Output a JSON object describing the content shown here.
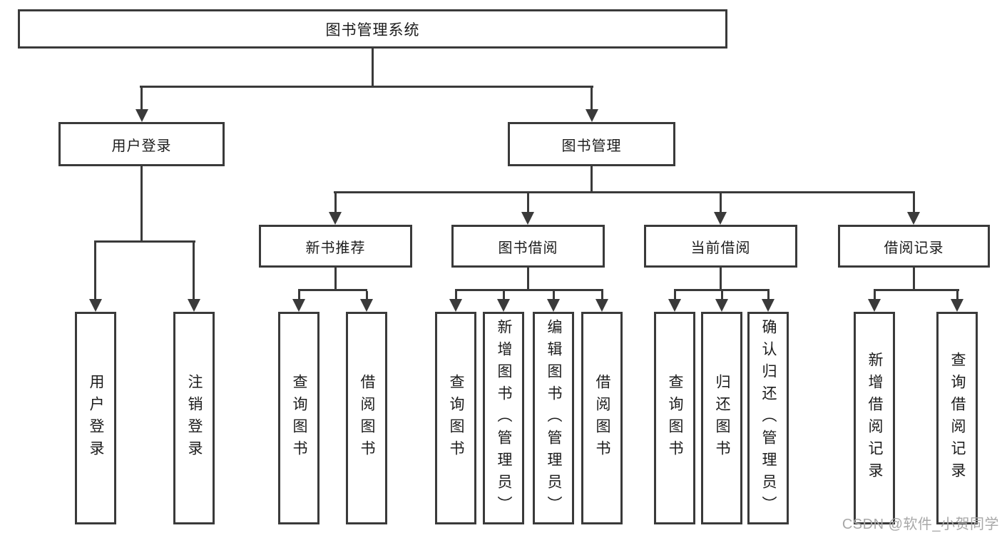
{
  "colors": {
    "line": "#3a3a3a",
    "box_background": "#ffffff",
    "text": "#1c1c1c",
    "watermark": "#a8a8a8"
  },
  "tree": {
    "label": "图书管理系统",
    "children": [
      {
        "label": "用户登录",
        "children": [
          {
            "label": "用户登录"
          },
          {
            "label": "注销登录"
          }
        ]
      },
      {
        "label": "图书管理",
        "children": [
          {
            "label": "新书推荐",
            "children": [
              {
                "label": "查询图书"
              },
              {
                "label": "借阅图书"
              }
            ]
          },
          {
            "label": "图书借阅",
            "children": [
              {
                "label": "查询图书"
              },
              {
                "label": "新增图书（管理员）"
              },
              {
                "label": "编辑图书（管理员）"
              },
              {
                "label": "借阅图书"
              }
            ]
          },
          {
            "label": "当前借阅",
            "children": [
              {
                "label": "查询图书"
              },
              {
                "label": "归还图书"
              },
              {
                "label": "确认归还（管理员）"
              }
            ]
          },
          {
            "label": "借阅记录",
            "children": [
              {
                "label": "新增借阅记录"
              },
              {
                "label": "查询借阅记录"
              }
            ]
          }
        ]
      }
    ]
  },
  "watermark": {
    "text": "CSDN @软件_小贺同学"
  }
}
